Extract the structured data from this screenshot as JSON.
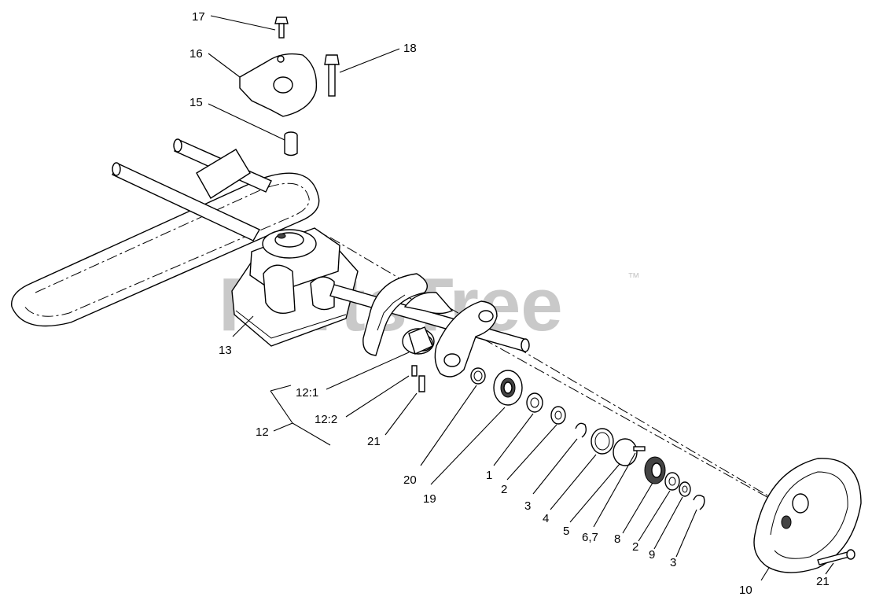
{
  "watermark": {
    "text": "PartsTree",
    "trademark": "™"
  },
  "callouts": {
    "c1": "1",
    "c2a": "2",
    "c2b": "2",
    "c3a": "3",
    "c3b": "3",
    "c4": "4",
    "c5": "5",
    "c67": "6,7",
    "c8": "8",
    "c9": "9",
    "c10": "10",
    "c12": "12",
    "c12_1": "12:1",
    "c12_2": "12:2",
    "c13": "13",
    "c15": "15",
    "c16": "16",
    "c17": "17",
    "c18": "18",
    "c19": "19",
    "c20": "20",
    "c21a": "21",
    "c21b": "21"
  }
}
